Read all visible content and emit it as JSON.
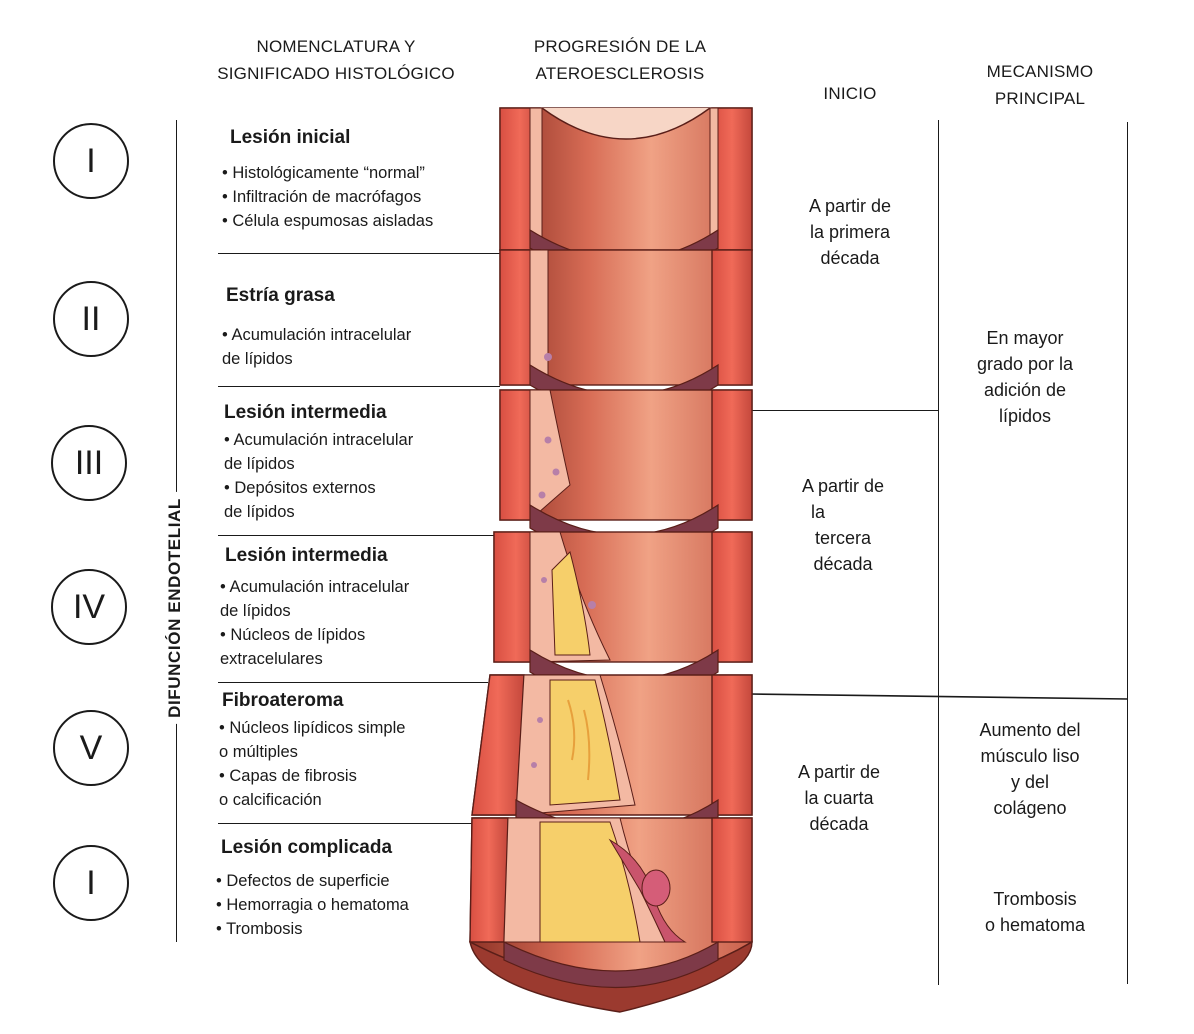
{
  "headers": {
    "nomenclature": [
      "NOMENCLATURA Y",
      "SIGNIFICADO HISTOLÓGICO"
    ],
    "progression": [
      "PROGRESIÓN DE LA",
      "ATEROESCLEROSIS"
    ],
    "onset": "INICIO",
    "mechanism": [
      "MECANISMO",
      "PRINCIPAL"
    ]
  },
  "side_label": "DIFUNCIÓN ENDOTELIAL",
  "stages": [
    {
      "numeral": "I",
      "title": "Lesión inicial",
      "bullets": [
        "• Histológicamente “normal”",
        "• Infiltración de macrófagos",
        "• Célula espumosas aisladas"
      ]
    },
    {
      "numeral": "II",
      "title": "Estría grasa",
      "bullets": [
        "• Acumulación intracelular",
        "de lípidos"
      ]
    },
    {
      "numeral": "III",
      "title": "Lesión intermedia",
      "bullets": [
        "• Acumulación intracelular",
        "de lípidos",
        "• Depósitos externos",
        "de lípidos"
      ]
    },
    {
      "numeral": "IV",
      "title": "Lesión intermedia",
      "bullets": [
        "• Acumulación intracelular",
        "de lípidos",
        "• Núcleos de lípidos",
        "extracelulares"
      ]
    },
    {
      "numeral": "V",
      "title": "Fibroateroma",
      "bullets": [
        "• Núcleos lipídicos simple",
        "o múltiples",
        "• Capas de fibrosis",
        "o calcificación"
      ]
    },
    {
      "numeral": "I",
      "title": "Lesión complicada",
      "bullets": [
        "• Defectos de superficie",
        "• Hemorragia o hematoma",
        "• Trombosis"
      ]
    }
  ],
  "onset": [
    [
      "A partir de",
      "la primera",
      "década"
    ],
    [
      "A partir de",
      "la",
      "tercera",
      "década"
    ],
    [
      "A partir de",
      "la cuarta",
      "década"
    ]
  ],
  "mechanism": [
    [
      "En mayor",
      "grado por la",
      "adición de",
      "lípidos"
    ],
    [
      "Aumento del",
      "músculo liso",
      "y del",
      "colágeno"
    ],
    [
      "Trombosis",
      "o hematoma"
    ]
  ],
  "colors": {
    "media": "#e2584a",
    "media_dark": "#b8453c",
    "intima": "#f3b9a3",
    "lumen": "#c75a48",
    "lumen_light": "#e9937a",
    "lipid": "#f6cf6a",
    "foam": "#b77fa8",
    "thrombus": "#c9546c"
  }
}
